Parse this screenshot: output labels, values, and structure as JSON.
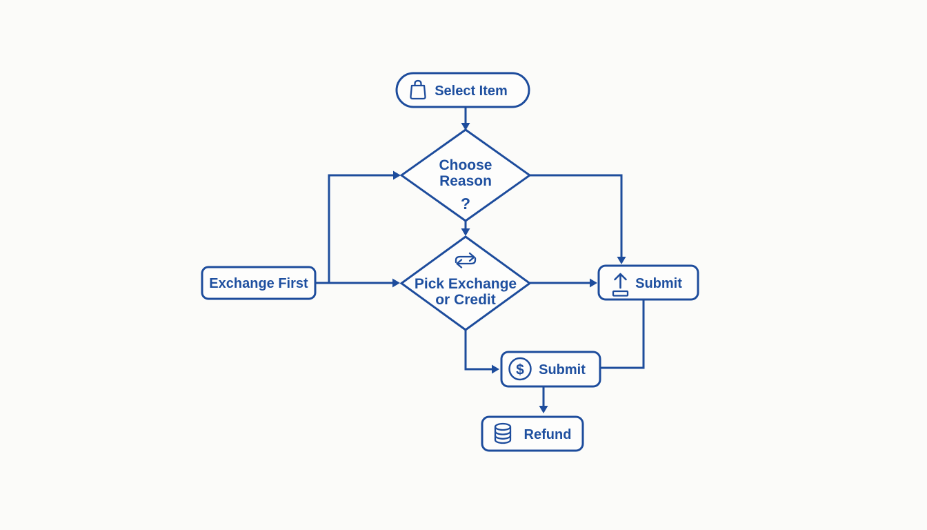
{
  "diagram": {
    "colors": {
      "line_color": "#1d4c9c",
      "text_color": "#1e4f9f",
      "background": "#fbfbf9",
      "node_fill": "#fdfdfc"
    },
    "nodes": {
      "select_item": {
        "label": "Select Item",
        "icon": "shopping-bag-icon",
        "shape": "stadium"
      },
      "choose_reason": {
        "line1": "Choose",
        "line2": "Reason",
        "mark": "?",
        "shape": "diamond"
      },
      "pick_exchange_or_credit": {
        "line1": "Pick Exchange",
        "line2": "or Credit",
        "icon": "swap-arrows-icon",
        "shape": "diamond"
      },
      "exchange_first": {
        "label": "Exchange First",
        "shape": "rounded-rect"
      },
      "submit_exchange": {
        "label": "Submit",
        "icon": "upload-icon",
        "shape": "rounded-rect"
      },
      "submit_refund": {
        "label": "Submit",
        "icon": "dollar-circle-icon",
        "dollar_glyph": "$",
        "shape": "rounded-rect"
      },
      "refund": {
        "label": "Refund",
        "icon": "database-icon",
        "shape": "rounded-rect"
      }
    },
    "edges": [
      {
        "from": "select_item",
        "to": "choose_reason"
      },
      {
        "from": "choose_reason",
        "to": "pick_exchange_or_credit"
      },
      {
        "from": "exchange_first",
        "to": "choose_reason"
      },
      {
        "from": "exchange_first",
        "to": "pick_exchange_or_credit"
      },
      {
        "from": "choose_reason",
        "to": "submit_exchange"
      },
      {
        "from": "pick_exchange_or_credit",
        "to": "submit_exchange"
      },
      {
        "from": "pick_exchange_or_credit",
        "to": "submit_refund"
      },
      {
        "from": "submit_exchange",
        "to": "submit_refund"
      },
      {
        "from": "submit_refund",
        "to": "refund"
      }
    ]
  }
}
